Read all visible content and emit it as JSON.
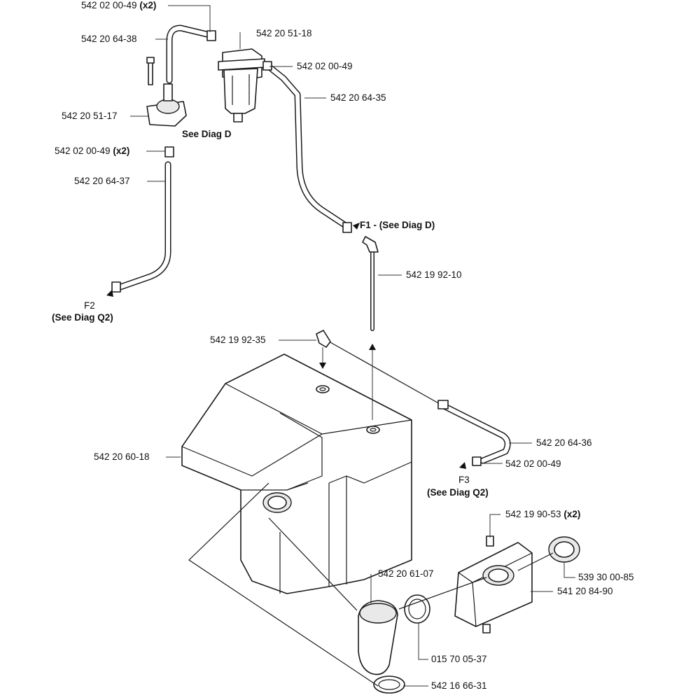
{
  "callouts": {
    "clamp_top_x2": {
      "part": "542 02 00-49",
      "qty": "(x2)"
    },
    "hose_top": "542 20 64-38",
    "filter": "542 20 51-18",
    "clamp_filter_out": "542 02 00-49",
    "hose_long": "542 20 64-35",
    "valve": "542 20 51-17",
    "see_diag_d": "See Diag D",
    "clamp_valve_x2": {
      "part": "542 02 00-49",
      "qty": "(x2)"
    },
    "hose_left": "542 20 64-37",
    "f1": "F1 - (See Diag D)",
    "pickup_tube": "542 19 92-10",
    "f2": "F2",
    "f2_ref": "(See Diag Q2)",
    "elbow": "542 19 92-35",
    "hose_right": "542 20 64-36",
    "clamp_right": "542 02 00-49",
    "tank": "542 20 60-18",
    "f3": "F3",
    "f3_ref": "(See Diag Q2)",
    "screw_x2": {
      "part": "542 19 90-53",
      "qty": "(x2)"
    },
    "filler_neck_hose": "542 20 61-07",
    "cap_gasket": "539 30 00-85",
    "neck_bracket": "541 20 84-90",
    "clamp_neck": "015 70 05-37",
    "clamp_bottom": "542 16 66-31"
  },
  "icons": [
    "arrow-head-icon"
  ]
}
